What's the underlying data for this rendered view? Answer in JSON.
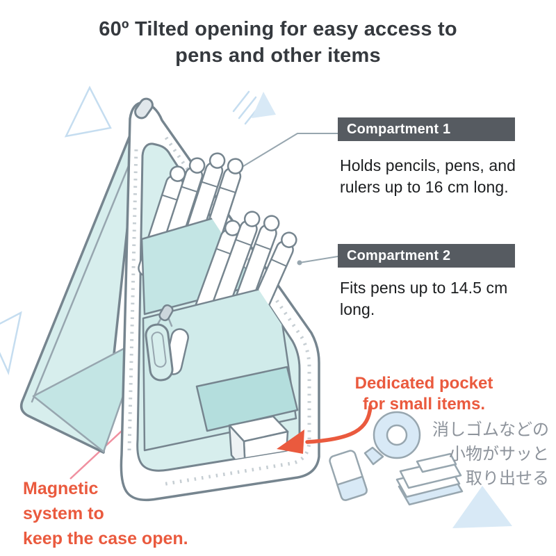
{
  "title": {
    "line1": "60º Tilted opening for easy access to",
    "line2": "pens and other items"
  },
  "compartment1": {
    "label": "Compartment 1",
    "description": "Holds pencils, pens, and rulers up to 16 cm long."
  },
  "compartment2": {
    "label": "Compartment 2",
    "description": "Fits pens up to 14.5 cm long."
  },
  "pocket_note": {
    "line1": "Dedicated pocket",
    "line2": "for small items."
  },
  "magnet_note": {
    "line1": "Magnetic",
    "line2": "system to",
    "line3": "keep the case open."
  },
  "japanese_note": {
    "line1": "消しゴムなどの",
    "line2": "小物がサッと",
    "line3": "取り出せる"
  },
  "icons": {
    "pocket_arrow": "curved-arrow-down-left-icon",
    "small_items": [
      "eraser",
      "washi-tape-roll",
      "sticky-notes"
    ]
  },
  "colors": {
    "accent-orange": "#ea5a3e",
    "pink-line": "#f090a0",
    "label-bg": "#565b61",
    "title-color": "#35393e",
    "text-color": "#1b1d1f",
    "jp-gray": "#8d939b",
    "teal-light": "#d7eeed",
    "teal-mid": "#c3e5e4",
    "teal-dark": "#b4dedd",
    "outline-gray": "#76858f",
    "outline-soft": "#97a6af",
    "deco-blue": "#d8e9f6",
    "deco-line": "#c5ddf0"
  }
}
